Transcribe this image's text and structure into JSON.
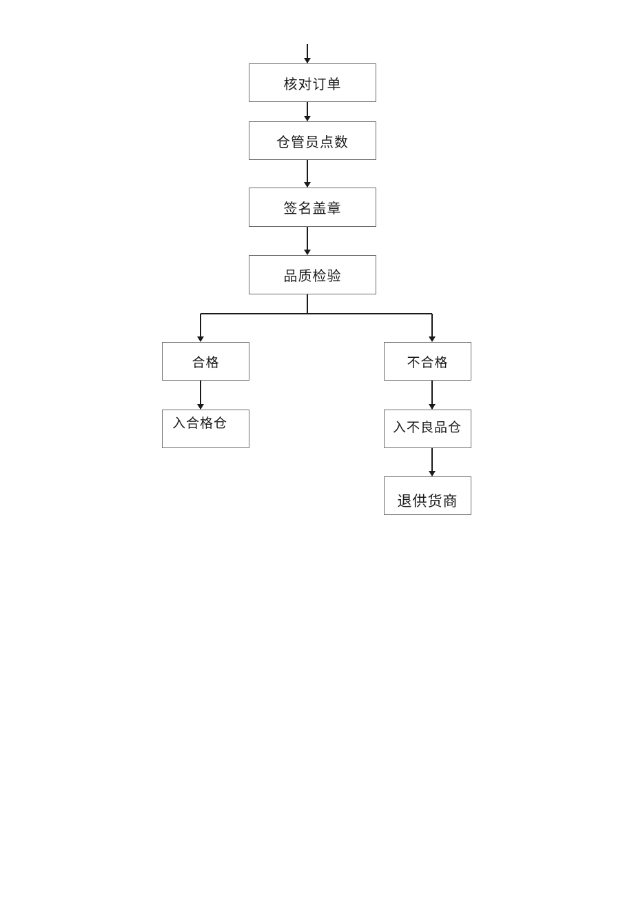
{
  "diagram": {
    "nodes": {
      "check_order": "核对订单",
      "warehouse_count": "仓管员点数",
      "sign_stamp": "签名盖章",
      "quality_inspection": "品质检验",
      "qualified": "合格",
      "unqualified": "不合格",
      "to_qualified_warehouse": "入合格仓",
      "to_defective_warehouse": "入不良品仓",
      "return_to_supplier": "退供货商"
    },
    "edges": [
      [
        "start",
        "check_order"
      ],
      [
        "check_order",
        "warehouse_count"
      ],
      [
        "warehouse_count",
        "sign_stamp"
      ],
      [
        "sign_stamp",
        "quality_inspection"
      ],
      [
        "quality_inspection",
        "qualified"
      ],
      [
        "quality_inspection",
        "unqualified"
      ],
      [
        "qualified",
        "to_qualified_warehouse"
      ],
      [
        "unqualified",
        "to_defective_warehouse"
      ],
      [
        "to_defective_warehouse",
        "return_to_supplier"
      ]
    ]
  }
}
